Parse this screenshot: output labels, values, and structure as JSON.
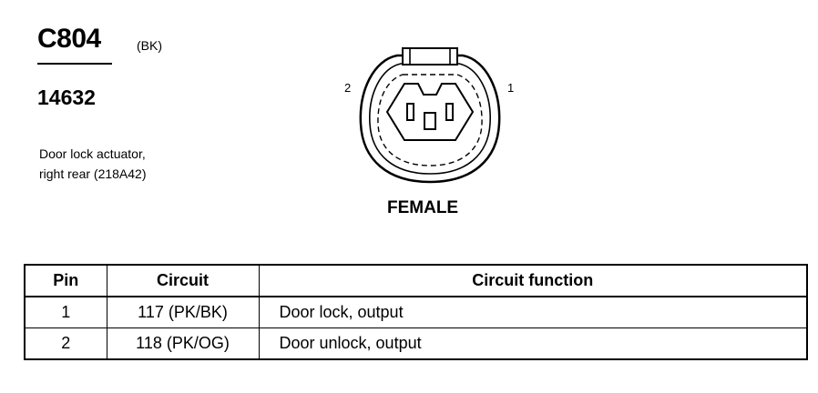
{
  "connector": {
    "id": "C804",
    "color_code": "(BK)",
    "part_number": "14632",
    "description_lines": [
      "Door lock actuator,",
      "right rear (218A42)"
    ],
    "gender": "FEMALE",
    "cavity_labels": {
      "left": "2",
      "right": "1"
    }
  },
  "pin_table": {
    "headers": {
      "pin": "Pin",
      "circuit": "Circuit",
      "function": "Circuit function"
    },
    "rows": [
      {
        "pin": "1",
        "circuit": "117 (PK/BK)",
        "function": "Door lock, output"
      },
      {
        "pin": "2",
        "circuit": "118 (PK/OG)",
        "function": "Door unlock, output"
      }
    ]
  }
}
